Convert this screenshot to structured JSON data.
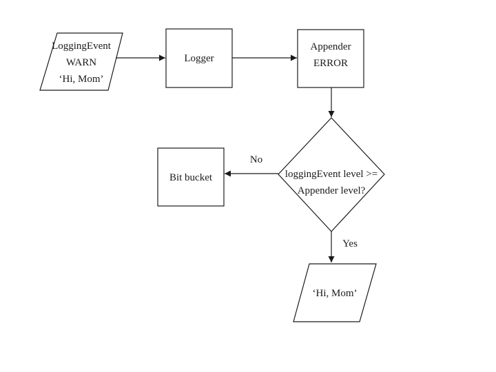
{
  "diagram": {
    "type": "flowchart",
    "background_color": "#ffffff",
    "stroke_color": "#1a1a1a",
    "text_color": "#1a1a1a",
    "nodes": {
      "logging_event": {
        "shape": "parallelogram",
        "lines": [
          "LoggingEvent",
          "WARN",
          "‘Hi, Mom’"
        ]
      },
      "logger": {
        "shape": "rectangle",
        "label": "Logger"
      },
      "appender": {
        "shape": "rectangle",
        "lines": [
          "Appender",
          "ERROR"
        ]
      },
      "decision": {
        "shape": "diamond",
        "lines": [
          "loggingEvent level >=",
          "Appender level?"
        ]
      },
      "bit_bucket": {
        "shape": "rectangle",
        "label": "Bit bucket"
      },
      "output_message": {
        "shape": "parallelogram",
        "label": "‘Hi, Mom’"
      }
    },
    "edges": {
      "logging_event_to_logger": {
        "label": ""
      },
      "logger_to_appender": {
        "label": ""
      },
      "appender_to_decision": {
        "label": ""
      },
      "decision_to_bit_bucket": {
        "label": "No"
      },
      "decision_to_output": {
        "label": "Yes"
      }
    }
  }
}
